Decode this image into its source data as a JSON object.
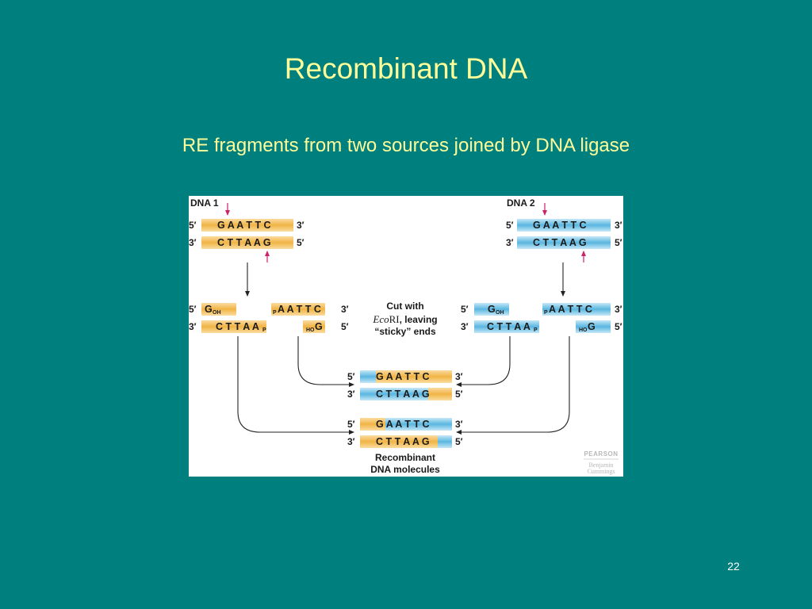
{
  "slide": {
    "title": "Recombinant DNA",
    "subtitle": "RE fragments from two sources joined by DNA ligase",
    "page_number": "22"
  },
  "colors": {
    "background": "#007f7f",
    "title": "#ffff99",
    "dna1_strand": "#f0b445",
    "dna2_strand": "#5ab6e0",
    "cut_arrow": "#d0206a"
  },
  "figure": {
    "dna1_label": "DNA 1",
    "dna2_label": "DNA 2",
    "five_prime": "5′",
    "three_prime": "3′",
    "top_sequence": "G A A T T C",
    "bottom_sequence": "C T T A A G",
    "left_fragment": {
      "top_base": "G",
      "top_sub": "OH",
      "bottom_sequence": "C T T A A",
      "bottom_sub": "P"
    },
    "right_fragment": {
      "top_sub": "P",
      "top_sequence": "A A T T C",
      "bottom_sub": "HO",
      "bottom_base": "G"
    },
    "cut_caption": {
      "line1": "Cut with",
      "enzyme_italic": "Eco",
      "enzyme_roman": "RI",
      "line2_rest": ", leaving",
      "line3": "“sticky” ends"
    },
    "result_caption": [
      "Recombinant",
      "DNA molecules"
    ],
    "publisher": [
      "PEARSON",
      "Benjamin",
      "Cummings"
    ]
  }
}
